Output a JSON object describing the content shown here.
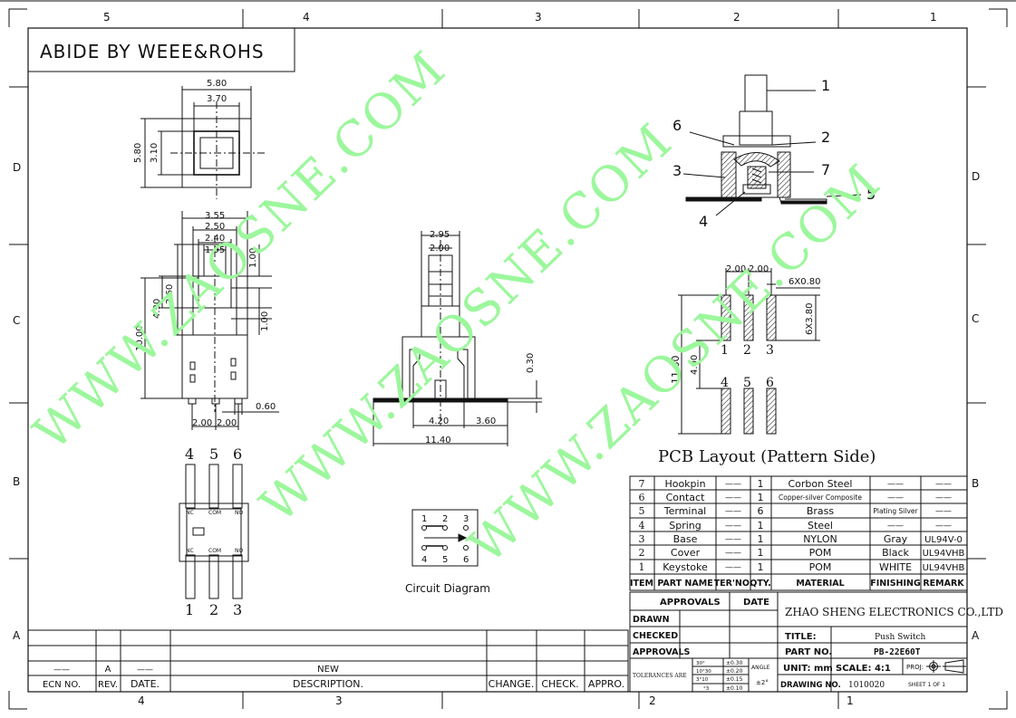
{
  "compliance_note": "ABIDE BY WEEE&ROHS",
  "watermark": "WWW.ZAOSNE.COM",
  "zones": {
    "top": [
      "5",
      "4",
      "3",
      "2",
      "1"
    ],
    "bottom": [
      "4",
      "3",
      "2",
      "1"
    ],
    "left": [
      "D",
      "C",
      "B",
      "A"
    ],
    "right": [
      "D",
      "C",
      "B",
      "A"
    ]
  },
  "top_view": {
    "dims": [
      "5.80",
      "3.70",
      "5.80",
      "3.10"
    ]
  },
  "front_view": {
    "dims": [
      "3.55",
      "2.50",
      "2.40",
      "1.95",
      "1.00",
      "2.60",
      "4.90",
      "10.00",
      "1.00",
      "0.60",
      "2.00",
      "2.00"
    ]
  },
  "side_view": {
    "dims": [
      "2.95",
      "2.00",
      "0.30",
      "4.20",
      "3.60",
      "11.40"
    ]
  },
  "section_view": {
    "callouts": [
      "1",
      "2",
      "6",
      "3",
      "7",
      "5",
      "4"
    ]
  },
  "pcb_layout": {
    "dims": [
      "2.00",
      "2.00",
      "6X0.80",
      "6X3.80",
      "11.60",
      "4.00"
    ],
    "pins_top": [
      "1",
      "2",
      "3"
    ],
    "pins_bottom": [
      "4",
      "5",
      "6"
    ],
    "caption": "PCB Layout (Pattern Side)"
  },
  "bottom_view": {
    "pins_top": [
      "4",
      "5",
      "6"
    ],
    "pins_bottom": [
      "1",
      "2",
      "3"
    ],
    "labels_top": [
      "NC",
      "COM",
      "NO"
    ],
    "labels_bottom": [
      "NC",
      "COM",
      "NO"
    ]
  },
  "circuit": {
    "caption": "Circuit Diagram",
    "pins_top": [
      "1",
      "2",
      "3"
    ],
    "pins_bottom": [
      "4",
      "5",
      "6"
    ]
  },
  "bom": {
    "rows": [
      {
        "item": "7",
        "name": "Hookpin",
        "ter": "——",
        "qty": "1",
        "material": "Corbon Steel",
        "finishing": "——",
        "remark": "——"
      },
      {
        "item": "6",
        "name": "Contact",
        "ter": "——",
        "qty": "1",
        "material": "Copper-silver Composite",
        "finishing": "——",
        "remark": "——"
      },
      {
        "item": "5",
        "name": "Terminal",
        "ter": "——",
        "qty": "6",
        "material": "Brass",
        "finishing": "Plating Silver",
        "remark": "——"
      },
      {
        "item": "4",
        "name": "Spring",
        "ter": "——",
        "qty": "1",
        "material": "Steel",
        "finishing": "——",
        "remark": "——"
      },
      {
        "item": "3",
        "name": "Base",
        "ter": "——",
        "qty": "1",
        "material": "NYLON",
        "finishing": "Gray",
        "remark": "UL94V-0"
      },
      {
        "item": "2",
        "name": "Cover",
        "ter": "——",
        "qty": "1",
        "material": "POM",
        "finishing": "Black",
        "remark": "UL94VHB"
      },
      {
        "item": "1",
        "name": "Keystoke",
        "ter": "——",
        "qty": "1",
        "material": "POM",
        "finishing": "WHITE",
        "remark": "UL94VHB"
      }
    ],
    "headers": {
      "item": "ITEM",
      "name": "PART NAME",
      "ter": "TER'NO.",
      "qty": "QTY.",
      "material": "MATERIAL",
      "finishing": "FINISHING",
      "remark": "REMARK"
    }
  },
  "title_block": {
    "approvals_label": "APPROVALS",
    "date_label": "DATE",
    "drawn_label": "DRAWN",
    "checked_label": "CHECKED",
    "approvals_row_label": "APPROVALS",
    "company": "ZHAO SHENG ELECTRONICS CO.,LTD",
    "title_label": "TITLE:",
    "title_value": "Push Switch",
    "part_no_label": "PART NO.",
    "part_no_value": "PB-22E60T",
    "unit_label": "UNIT: mm",
    "scale_label": "SCALE: 4:1",
    "proj_label": "PROJ:",
    "drawing_no_label": "DRAWING NO.",
    "drawing_no_value": "1010020",
    "sheet": "SHEET 1 OF 1",
    "tolerances_label": "TOLERANCES ARE",
    "tol_ranges": [
      "30°",
      "10°30",
      "3°10",
      "°3"
    ],
    "tol_values": [
      "±0.30",
      "±0.20",
      "±0.15",
      "±0.10"
    ],
    "angle_label": "ANGLE",
    "angle_value": "±2°"
  },
  "revision_block": {
    "ecn_label": "ECN NO.",
    "rev_label": "REV.",
    "date_label": "DATE.",
    "desc_label": "DESCRIPTION.",
    "change_label": "CHANGE.",
    "check_label": "CHECK.",
    "appro_label": "APPRO.",
    "rev_value": "A",
    "desc_value": "NEW",
    "dash": "——"
  }
}
